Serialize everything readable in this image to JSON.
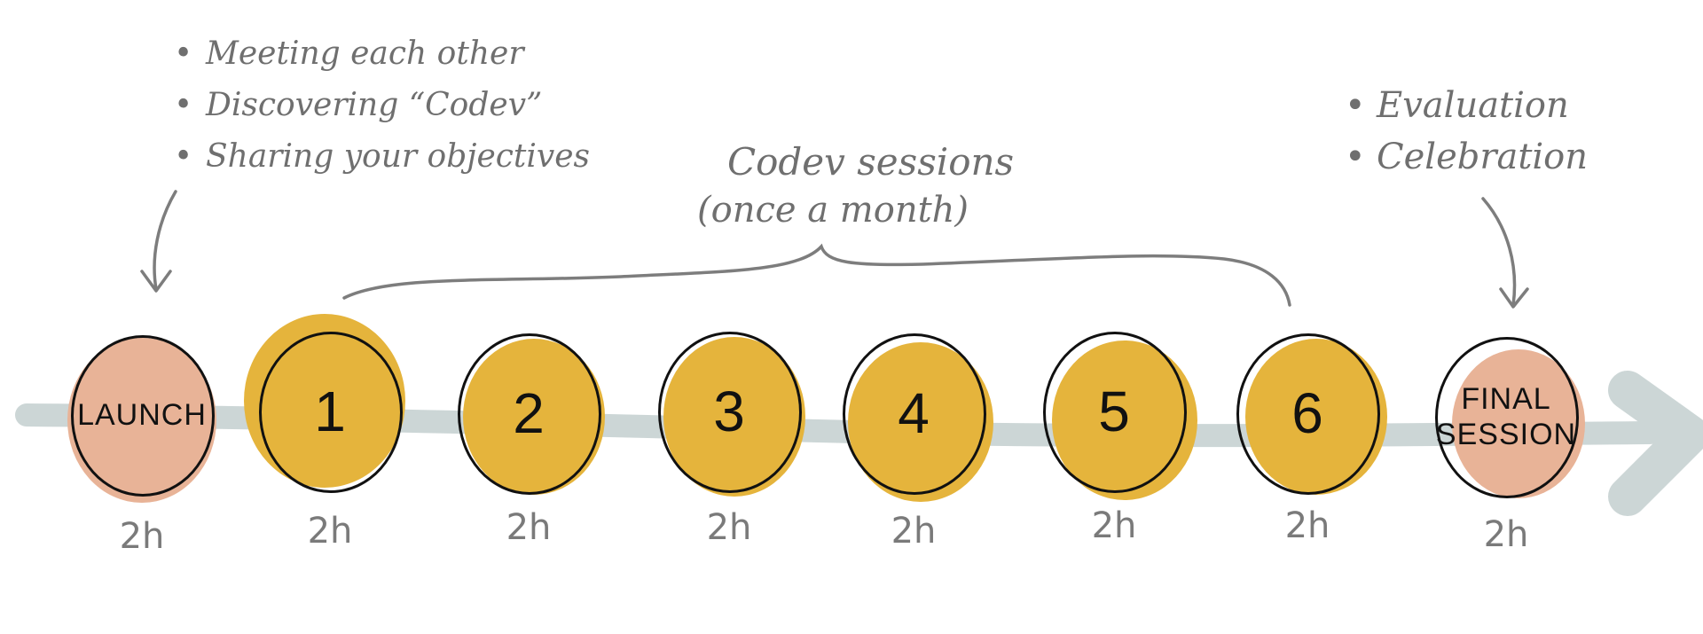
{
  "launch_notes": [
    "Meeting each other",
    "Discovering “Codev”",
    "Sharing your objectives"
  ],
  "final_notes": [
    "Evaluation",
    "Celebration"
  ],
  "sessions_caption": {
    "line1": "Codev sessions",
    "line2": "(once a month)"
  },
  "steps": [
    {
      "label": "LAUNCH",
      "duration": "2h",
      "kind": "endpoint"
    },
    {
      "label": "1",
      "duration": "2h",
      "kind": "session"
    },
    {
      "label": "2",
      "duration": "2h",
      "kind": "session"
    },
    {
      "label": "3",
      "duration": "2h",
      "kind": "session"
    },
    {
      "label": "4",
      "duration": "2h",
      "kind": "session"
    },
    {
      "label": "5",
      "duration": "2h",
      "kind": "session"
    },
    {
      "label": "6",
      "duration": "2h",
      "kind": "session"
    },
    {
      "label": "FINAL SESSION",
      "duration": "2h",
      "kind": "endpoint"
    }
  ],
  "colors": {
    "endpoint": "#e8b397",
    "session": "#e5b43c",
    "track": "#ccd6d6",
    "ink": "#111111",
    "annotation": "#707070"
  }
}
